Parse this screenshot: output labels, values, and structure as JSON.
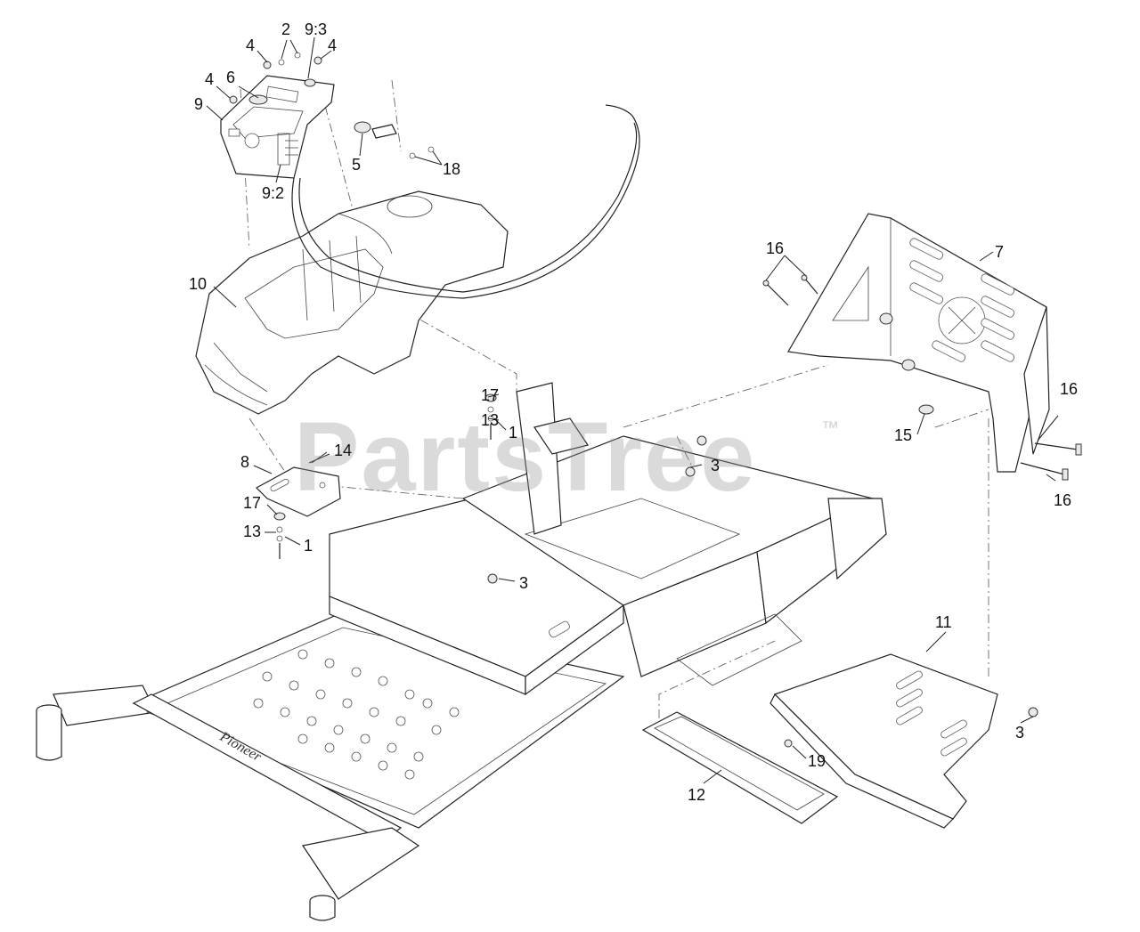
{
  "watermark": {
    "text": "PartsTree",
    "tm": "™"
  },
  "callouts": [
    {
      "id": "c-4a",
      "text": "4"
    },
    {
      "id": "c-2",
      "text": "2"
    },
    {
      "id": "c-9-3",
      "text": "9:3"
    },
    {
      "id": "c-4b",
      "text": "4"
    },
    {
      "id": "c-4c",
      "text": "4"
    },
    {
      "id": "c-6",
      "text": "6"
    },
    {
      "id": "c-9",
      "text": "9"
    },
    {
      "id": "c-5",
      "text": "5"
    },
    {
      "id": "c-18",
      "text": "18"
    },
    {
      "id": "c-9-2",
      "text": "9:2"
    },
    {
      "id": "c-10",
      "text": "10"
    },
    {
      "id": "c-16a",
      "text": "16"
    },
    {
      "id": "c-7",
      "text": "7"
    },
    {
      "id": "c-17a",
      "text": "17"
    },
    {
      "id": "c-13a",
      "text": "13"
    },
    {
      "id": "c-1a",
      "text": "1"
    },
    {
      "id": "c-14",
      "text": "14"
    },
    {
      "id": "c-3a",
      "text": "3"
    },
    {
      "id": "c-8",
      "text": "8"
    },
    {
      "id": "c-15",
      "text": "15"
    },
    {
      "id": "c-16b",
      "text": "16"
    },
    {
      "id": "c-16c",
      "text": "16"
    },
    {
      "id": "c-17b",
      "text": "17"
    },
    {
      "id": "c-13b",
      "text": "13"
    },
    {
      "id": "c-1b",
      "text": "1"
    },
    {
      "id": "c-3b",
      "text": "3"
    },
    {
      "id": "c-11",
      "text": "11"
    },
    {
      "id": "c-3c",
      "text": "3"
    },
    {
      "id": "c-19",
      "text": "19"
    },
    {
      "id": "c-12",
      "text": "12"
    }
  ]
}
